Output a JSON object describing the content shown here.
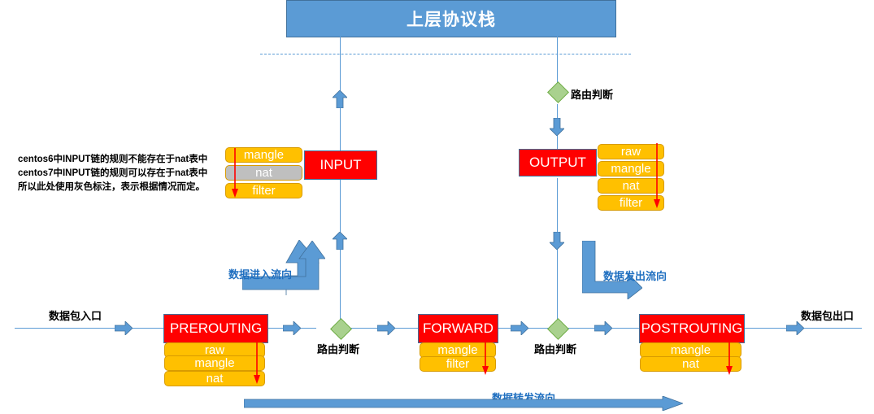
{
  "diagram": {
    "title_box": {
      "label": "上层协议栈"
    },
    "note": {
      "line1": "centos6中INPUT链的规则不能存在于nat表中",
      "line2": "centos7中INPUT链的规则可以存在于nat表中",
      "line3": "所以此处使用灰色标注，表示根据情况而定。"
    },
    "edge_labels": {
      "packet_in": "数据包入口",
      "packet_out": "数据包出口"
    },
    "flow_labels": {
      "incoming": "数据进入流向",
      "outgoing": "数据发出流向",
      "forwarding": "数据转发流向"
    },
    "routing_decisions": [
      {
        "id": "routing-output",
        "label": "路由判断"
      },
      {
        "id": "routing-prerouting",
        "label": "路由判断"
      },
      {
        "id": "routing-forward",
        "label": "路由判断"
      }
    ],
    "chains": [
      {
        "id": "input",
        "name": "INPUT",
        "tables": [
          {
            "name": "mangle",
            "style": "orange"
          },
          {
            "name": "nat",
            "style": "gray"
          },
          {
            "name": "filter",
            "style": "orange"
          }
        ]
      },
      {
        "id": "output",
        "name": "OUTPUT",
        "tables": [
          {
            "name": "raw",
            "style": "orange"
          },
          {
            "name": "mangle",
            "style": "orange"
          },
          {
            "name": "nat",
            "style": "orange"
          },
          {
            "name": "filter",
            "style": "orange"
          }
        ]
      },
      {
        "id": "prerouting",
        "name": "PREROUTING",
        "tables": [
          {
            "name": "raw",
            "style": "orange"
          },
          {
            "name": "mangle",
            "style": "orange"
          },
          {
            "name": "nat",
            "style": "orange"
          }
        ]
      },
      {
        "id": "forward",
        "name": "FORWARD",
        "tables": [
          {
            "name": "mangle",
            "style": "orange"
          },
          {
            "name": "filter",
            "style": "orange"
          }
        ]
      },
      {
        "id": "postrouting",
        "name": "POSTROUTING",
        "tables": [
          {
            "name": "mangle",
            "style": "orange"
          },
          {
            "name": "nat",
            "style": "orange"
          }
        ]
      }
    ],
    "colors": {
      "chain_red": "#ff0000",
      "table_orange": "#ffc000",
      "table_gray": "#bfbfbf",
      "line_blue": "#5b9bd5",
      "diamond_green": "#a9d18e",
      "arrow_red": "#ff0000",
      "label_blue": "#1f6fc0"
    }
  }
}
